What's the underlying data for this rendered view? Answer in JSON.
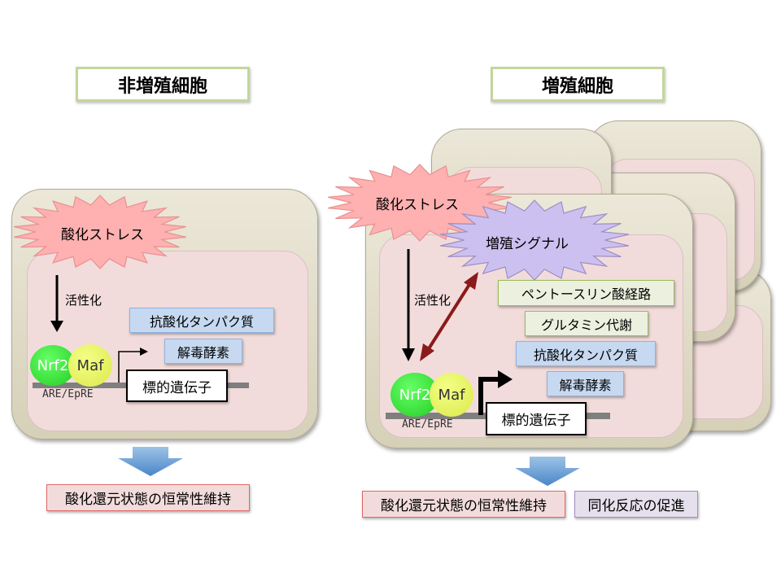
{
  "left_panel": {
    "title": "非増殖細胞",
    "stress": "酸化ストレス",
    "activation": "活性化",
    "nrf2": "Nrf2",
    "maf": "Maf",
    "are": "ARE/EpRE",
    "target_gene": "標的遺伝子",
    "antioxidant": "抗酸化タンパク質",
    "detox": "解毒酵素",
    "result": "酸化還元状態の恒常性維持"
  },
  "right_panel": {
    "title": "増殖細胞",
    "stress": "酸化ストレス",
    "growth_signal": "増殖シグナル",
    "activation": "活性化",
    "nrf2": "Nrf2",
    "maf": "Maf",
    "are": "ARE/EpRE",
    "target_gene": "標的遺伝子",
    "pentose": "ペントースリン酸経路",
    "glutamine": "グルタミン代謝",
    "antioxidant": "抗酸化タンパク質",
    "detox": "解毒酵素",
    "result1": "酸化還元状態の恒常性維持",
    "result2": "同化反応の促進"
  },
  "colors": {
    "stress_fill": "#ffb0b0",
    "signal_fill": "#ccc0f0",
    "nrf2": "#33dd33",
    "maf": "#e8f060",
    "arrow_blue": "#5b9bd5",
    "crosstalk_arrow": "#8b1a1a"
  }
}
